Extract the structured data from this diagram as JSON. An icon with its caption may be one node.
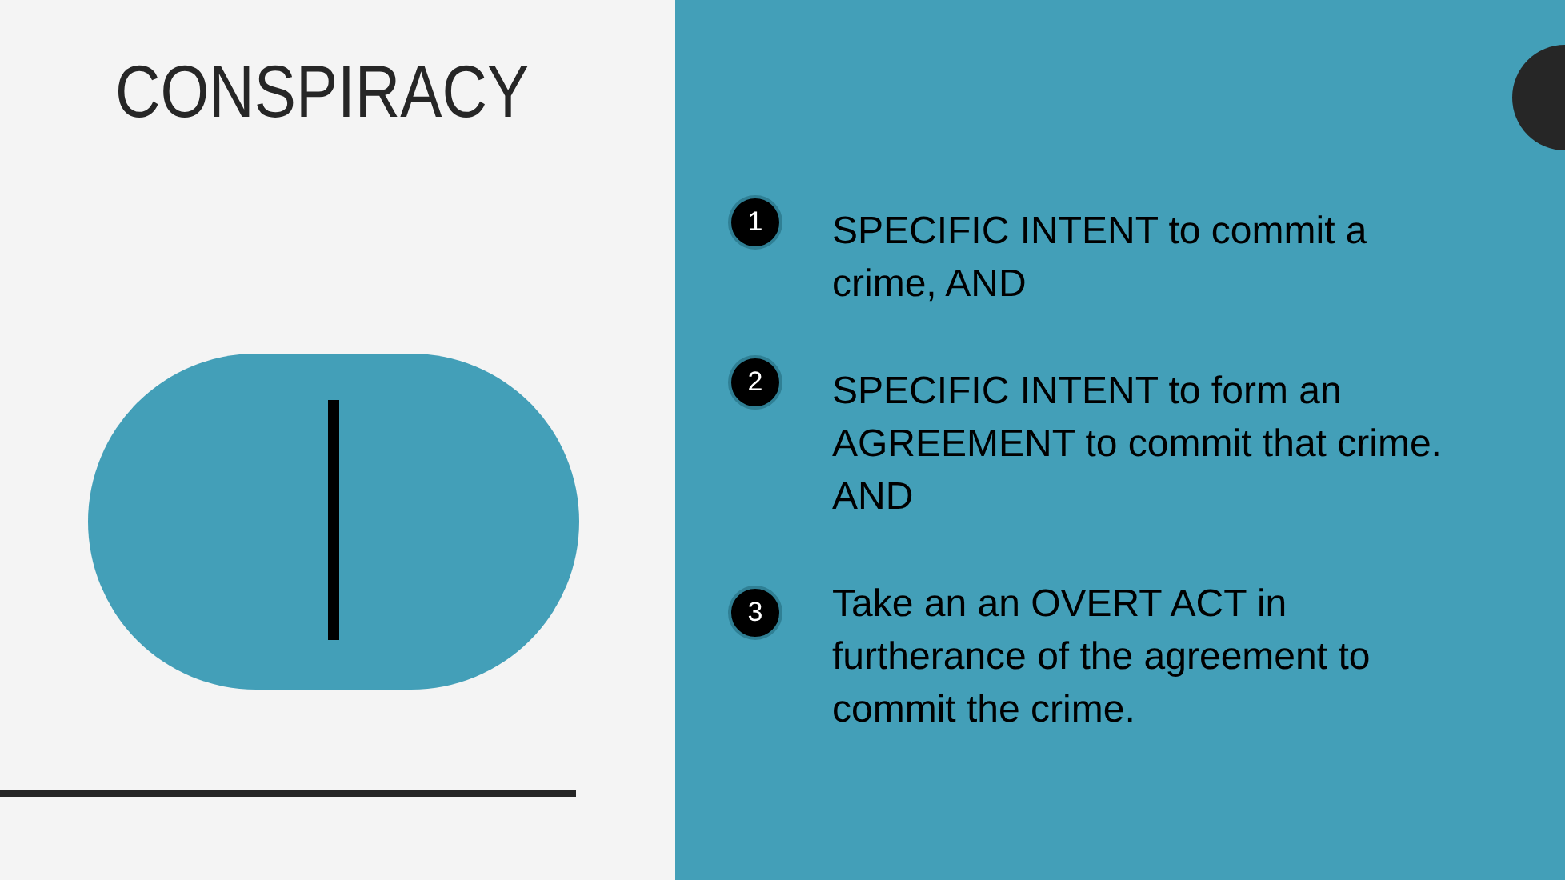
{
  "diagram": {
    "title": "CONSPIRACY",
    "nodes": [
      {
        "text": [
          "1"
        ]
      },
      {
        "text": [
          "2"
        ]
      },
      {
        "text": [
          "3"
        ]
      }
    ],
    "labels": [
      "SPECIFIC INTENT to commit a crime, AND",
      "SPECIFIC INTENT to form an AGREEMENT to commit that crime. AND",
      "Take an an OVERT ACT in furtherance of the agreement to commit the crime."
    ]
  }
}
